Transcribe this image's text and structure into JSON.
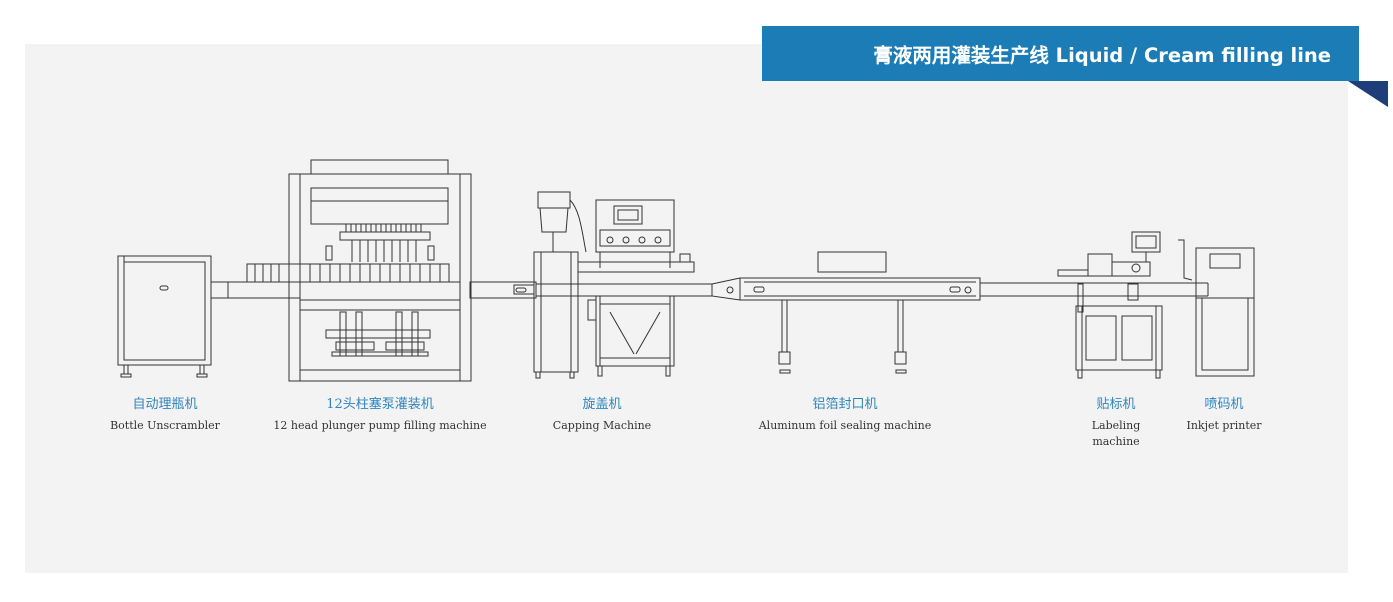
{
  "header": {
    "title": "膏液两用灌装生产线 Liquid / Cream filling line"
  },
  "colors": {
    "banner": "#1c7cb6",
    "banner_fold": "#1e3e7a",
    "panel": "#f3f3f3",
    "caption_cn": "#2f84bd",
    "caption_en": "#333333",
    "line_art": "#333333"
  },
  "machines": [
    {
      "id": "bottle-unscrambler",
      "cn": "自动理瓶机",
      "en": "Bottle Unscrambler"
    },
    {
      "id": "filling-machine",
      "cn": "12头柱塞泵灌装机",
      "en": "12 head plunger pump filling machine"
    },
    {
      "id": "capping-machine",
      "cn": "旋盖机",
      "en": "Capping Machine"
    },
    {
      "id": "foil-sealing-machine",
      "cn": "铝箔封口机",
      "en": "Aluminum foil sealing machine"
    },
    {
      "id": "labeling-machine",
      "cn": "贴标机",
      "en": "Labeling machine"
    },
    {
      "id": "inkjet-printer",
      "cn": "喷码机",
      "en": "Inkjet printer"
    }
  ]
}
